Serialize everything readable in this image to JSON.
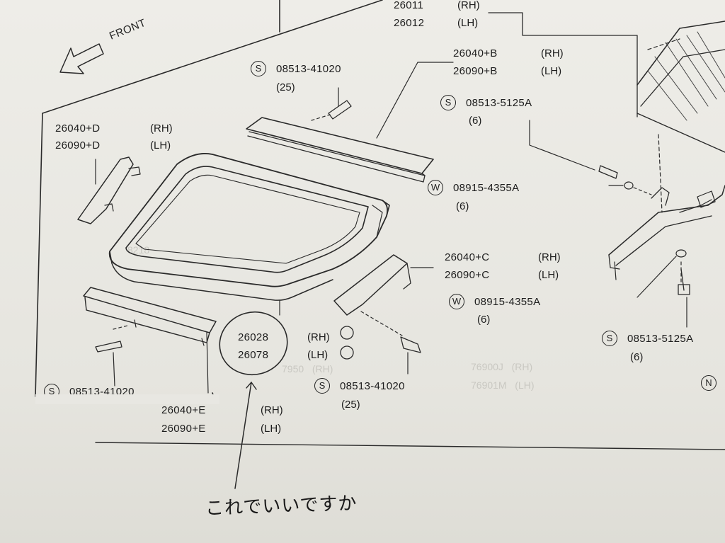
{
  "diagram": {
    "front_label": "FRONT",
    "handwritten_note": "これでいいですか",
    "parts": {
      "top_pair": {
        "code_rh": "26011",
        "code_lh": "26012",
        "rh": "(RH)",
        "lh": "(LH)"
      },
      "molding_b": {
        "code_rh": "26040+B",
        "code_lh": "26090+B",
        "rh": "(RH)",
        "lh": "(LH)"
      },
      "molding_d": {
        "code_rh": "26040+D",
        "code_lh": "26090+D",
        "rh": "(RH)",
        "lh": "(LH)"
      },
      "molding_c": {
        "code_rh": "26040+C",
        "code_lh": "26090+C",
        "rh": "(RH)",
        "lh": "(LH)"
      },
      "molding_e": {
        "code_rh": "26040+E",
        "code_lh": "26090+E",
        "rh": "(RH)",
        "lh": "(LH)"
      },
      "glass_frame": {
        "code_rh": "26028",
        "code_lh": "26078",
        "rh": "(RH)",
        "lh": "(LH)"
      }
    },
    "fasteners": {
      "screw_top": {
        "mark": "S",
        "code": "08513-41020",
        "qty": "(25)"
      },
      "screw_right_top": {
        "mark": "S",
        "code": "08513-5125A",
        "qty": "(6)"
      },
      "washer_upper": {
        "mark": "W",
        "code": "08915-4355A",
        "qty": "(6)"
      },
      "washer_lower": {
        "mark": "W",
        "code": "08915-4355A",
        "qty": "(6)"
      },
      "screw_bottom_right": {
        "mark": "S",
        "code": "08513-5125A",
        "qty": "(6)"
      },
      "screw_bottom_mid": {
        "mark": "S",
        "code": "08513-41020",
        "qty": "(25)"
      },
      "screw_bottom_left": {
        "mark": "S",
        "code": "08513-41020"
      }
    },
    "n_mark": "N"
  }
}
